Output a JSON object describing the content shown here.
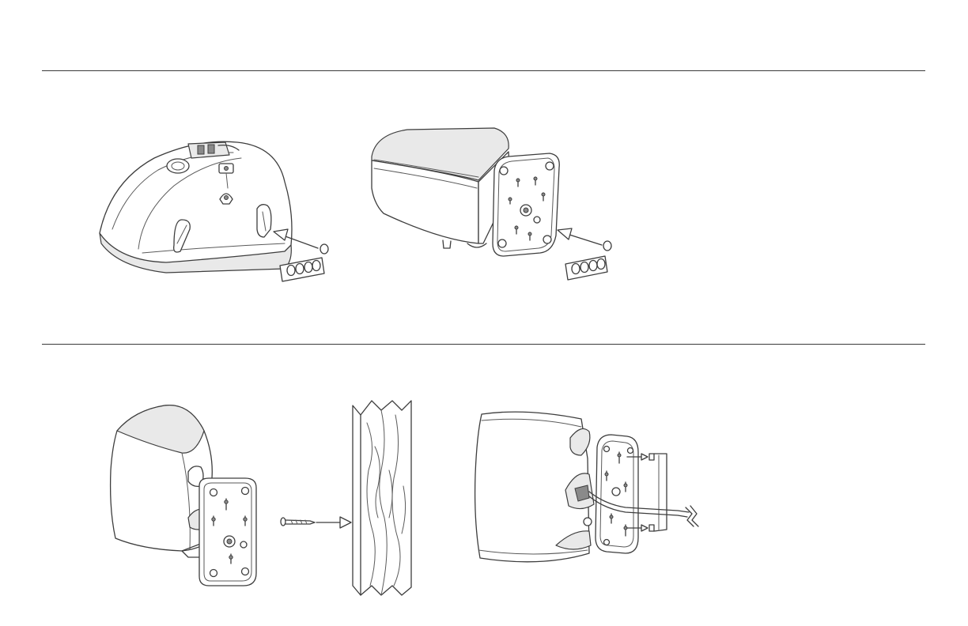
{
  "colors": {
    "line": "#3d3d3d",
    "rule": "#3a3a3a",
    "background": "#ffffff",
    "shade": "#e9e9e9"
  },
  "figures": [
    {
      "id": "fig-1",
      "subject": "speaker-rear-view-with-pads"
    },
    {
      "id": "fig-2",
      "subject": "speaker-with-bracket-and-pads"
    },
    {
      "id": "fig-3",
      "subject": "speaker-bracket-screw-to-wall"
    },
    {
      "id": "fig-4",
      "subject": "speaker-bracket-hooked-on-wall-screws"
    }
  ],
  "icons": [
    "arrow-icon",
    "rubber-pad-icon",
    "pad-sheet-icon",
    "screw-icon",
    "wall-icon",
    "cable-icon"
  ]
}
